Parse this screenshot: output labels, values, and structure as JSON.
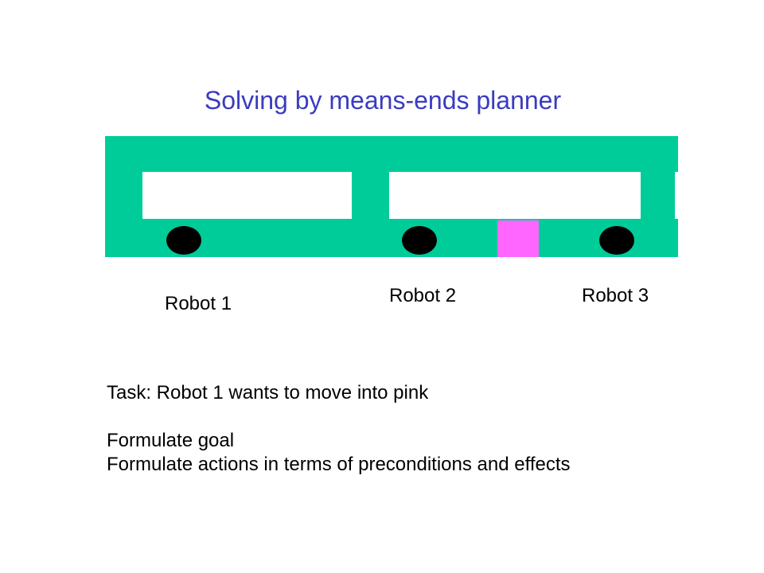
{
  "title": "Solving by means-ends planner",
  "colors": {
    "title": "#3b3bc0",
    "track": "#00cc99",
    "window": "#ffffff",
    "pink": "#ff66ff",
    "robot": "#000000"
  },
  "robots": [
    {
      "label": "Robot 1"
    },
    {
      "label": "Robot 2"
    },
    {
      "label": "Robot 3"
    }
  ],
  "task": "Task: Robot 1 wants to move into pink",
  "steps": [
    "Formulate goal",
    "Formulate actions in terms of preconditions and effects"
  ]
}
